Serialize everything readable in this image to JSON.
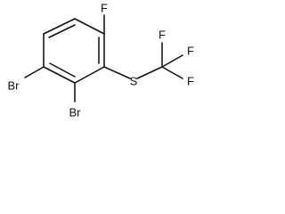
{
  "atoms": {
    "f_top": "F",
    "br_left": "Br",
    "br_bottom": "Br",
    "s": "S",
    "cf3_f_top": "F",
    "cf3_f_right": "F",
    "cf3_f_bottom": "F"
  }
}
